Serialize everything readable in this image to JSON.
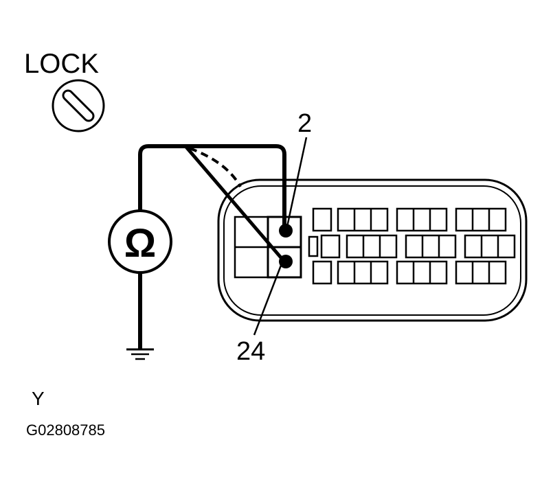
{
  "labels": {
    "lock": "LOCK",
    "ohm_symbol": "Ω",
    "terminal_top": "2",
    "terminal_bottom": "24",
    "view_letter": "Y",
    "figure_code": "G02808785"
  },
  "icons": {
    "ignition": "ignition-key-lock-icon",
    "meter": "ohmmeter-icon",
    "ground": "ground-icon"
  },
  "colors": {
    "ink": "#000000",
    "paper": "#ffffff"
  }
}
